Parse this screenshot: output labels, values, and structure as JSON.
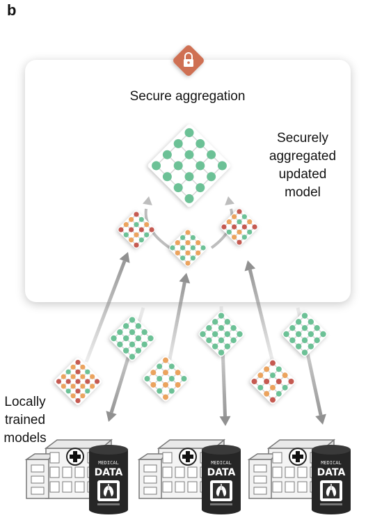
{
  "panel_label": "b",
  "aggregation": {
    "title": "Secure aggregation",
    "model_label_lines": [
      "Securely",
      "aggregated",
      "updated",
      "model"
    ]
  },
  "local_models_label_lines": [
    "Locally",
    "trained",
    "models"
  ],
  "sites": [
    {
      "db_label_top": "MEDICAL",
      "db_label_main": "DATA"
    },
    {
      "db_label_top": "MEDICAL",
      "db_label_main": "DATA"
    },
    {
      "db_label_top": "MEDICAL",
      "db_label_main": "DATA"
    }
  ],
  "colors": {
    "green": "#6cc196",
    "orange": "#eba35e",
    "red": "#c55a51",
    "lock_badge": "#cf6f52",
    "arrow": "#8a8a8a",
    "db": "#262626",
    "building_line": "#777777"
  },
  "icons": [
    "lock-icon",
    "medical-cross-icon",
    "lungs-icon"
  ]
}
